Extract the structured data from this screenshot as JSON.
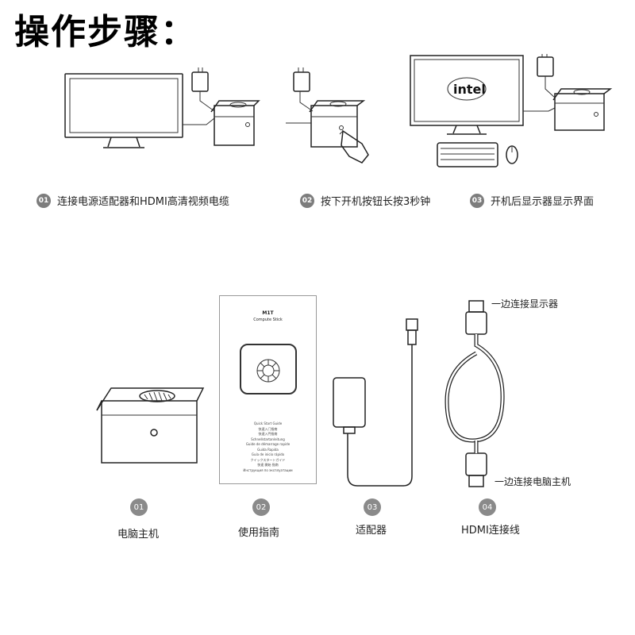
{
  "title": "操作步骤：",
  "steps": [
    {
      "num": "01",
      "text": "连接电源适配器和HDMI高清视频电缆"
    },
    {
      "num": "02",
      "text": "按下开机按钮长按3秒钟"
    },
    {
      "num": "03",
      "text": "开机后显示器显示界面"
    }
  ],
  "monitor_logo": "intel",
  "items": [
    {
      "num": "01",
      "label": "电脑主机"
    },
    {
      "num": "02",
      "label": "使用指南"
    },
    {
      "num": "03",
      "label": "适配器"
    },
    {
      "num": "04",
      "label": "HDMI连接线"
    }
  ],
  "hdmi_notes": {
    "top": "一边连接显示器",
    "bottom": "一边连接电脑主机"
  },
  "manual": {
    "model": "M1T",
    "subtitle": "Compute Stick",
    "lines": [
      "Quick Start Guide",
      "快速入门指南",
      "快速入門指南",
      "Schnellstartanleitung",
      "Guide de démarrage rapide",
      "Guida Rapida",
      "Guía de inicio rápido",
      "クイックスタートガイド",
      "快速 開始 指南",
      "Инструкция по эксплуатации"
    ]
  }
}
